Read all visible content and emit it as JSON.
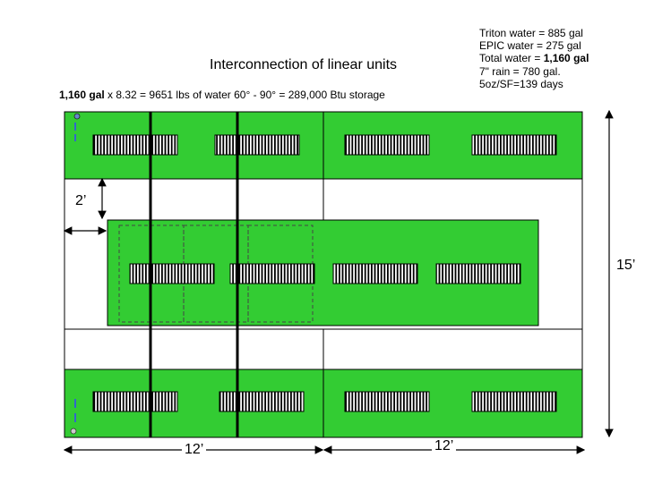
{
  "header": {
    "title": "Interconnection of linear units",
    "calc_bold": "1,160 gal",
    "calc_rest": " x 8.32 = 9651 lbs of water 60° - 90° = 289,000 Btu storage"
  },
  "notes": {
    "lines": [
      {
        "text": "Triton water = 885 gal"
      },
      {
        "text": "EPIC water  = 275 gal"
      },
      {
        "text": "Total water = ",
        "bold": "1,160 gal"
      },
      {
        "text": "7\" rain = 780 gal."
      },
      {
        "text": "5oz/SF=139 days"
      }
    ]
  },
  "dimensions": {
    "gap": "2’",
    "height": "15’",
    "width_left": "12’",
    "width_right": "12’"
  },
  "colors": {
    "bed_green": "#33cc33",
    "outline": "#000000",
    "dashed": "#444444"
  }
}
